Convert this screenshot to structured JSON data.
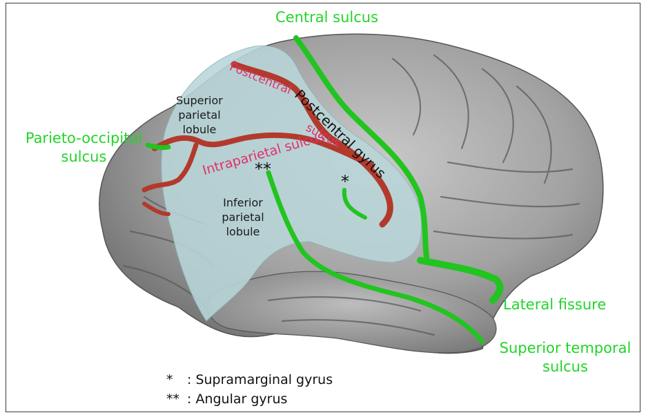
{
  "labels": {
    "central_sulcus": "Central sulcus",
    "parieto_occipital_line1": "Parieto-occipital",
    "parieto_occipital_line2": "sulcus",
    "lateral_fissure": "Lateral fissure",
    "superior_temporal_line1": "Superior temporal",
    "superior_temporal_line2": "sulcus",
    "postcentral_sulcus_top": "Postcentral",
    "postcentral_sulcus_bottom": "sulcus",
    "postcentral_gyrus": "Postcentral gyrus",
    "intraparietal_sulcus": "Intraparietal sulcus",
    "superior_parietal_line1": "Superior",
    "superior_parietal_line2": "parietal",
    "superior_parietal_line3": "lobule",
    "inferior_parietal_line1": "Inferior",
    "inferior_parietal_line2": "parietal",
    "inferior_parietal_line3": "lobule",
    "single_star": "*",
    "double_star": "**"
  },
  "legend": [
    {
      "symbol": "*",
      "text": ": Supramarginal gyrus"
    },
    {
      "symbol": "**",
      "text": ": Angular gyrus"
    }
  ],
  "colors": {
    "green": "#22d42a",
    "pink": "#e0306a",
    "red_sulcus": "#b23a2c",
    "parietal_highlight": "#b9d6d9",
    "brain_gray": "#8e8e8e"
  }
}
